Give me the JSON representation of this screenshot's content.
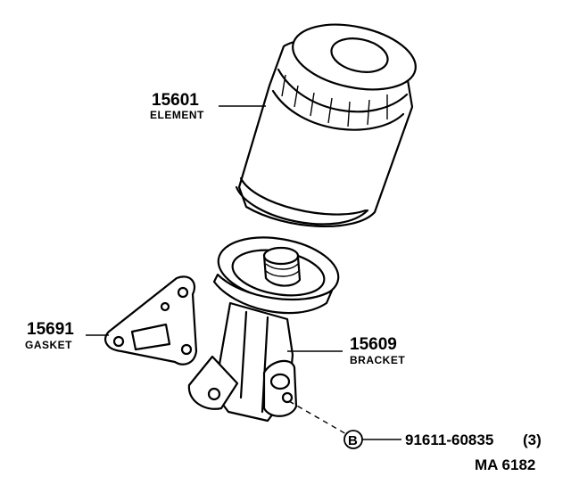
{
  "diagram": {
    "parts": [
      {
        "number": "15601",
        "name": "ELEMENT"
      },
      {
        "number": "15691",
        "name": "GASKET"
      },
      {
        "number": "15609",
        "name": "BRACKET"
      }
    ],
    "bolt": {
      "symbol": "B",
      "number": "91611-60835",
      "qty": "(3)"
    },
    "figure_code": "MA 6182"
  }
}
